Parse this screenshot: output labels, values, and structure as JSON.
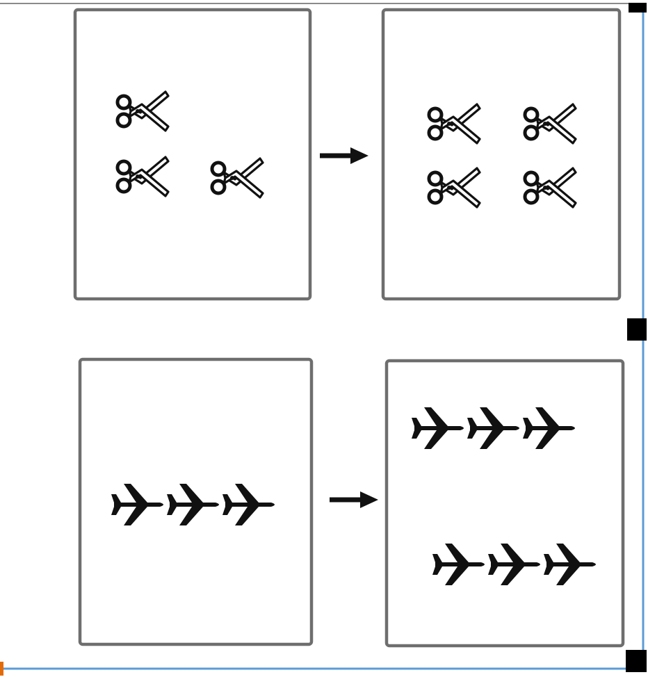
{
  "figure": {
    "rows": [
      {
        "name": "scissors-row",
        "icon": "scissors-icon",
        "before_count": 3,
        "after_count": 4
      },
      {
        "name": "airplane-row",
        "icon": "airplane-icon",
        "before_count": 3,
        "after_count": 6
      }
    ],
    "arrow_icon": "right-arrow-icon"
  },
  "colors": {
    "panel_border": "#6e6e6e",
    "icon": "#111111",
    "selection": "#5b9bd5",
    "handle": "#000000",
    "corner_mark": "#e36c0a"
  }
}
